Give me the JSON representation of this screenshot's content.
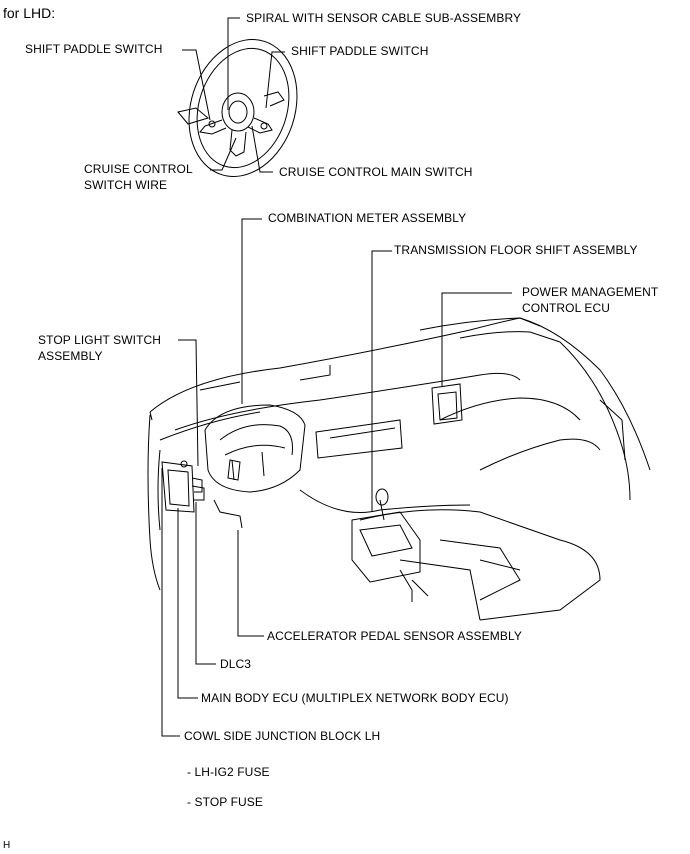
{
  "heading": "for LHD:",
  "footer_code": "H",
  "labels": {
    "spiral": "SPIRAL WITH SENSOR CABLE SUB-ASSEMBRY",
    "paddle_left": "SHIFT PADDLE SWITCH",
    "paddle_right": "SHIFT PADDLE SWITCH",
    "cruise_wire_1": "CRUISE CONTROL",
    "cruise_wire_2": "SWITCH WIRE",
    "cruise_main": "CRUISE CONTROL MAIN SWITCH",
    "combo_meter": "COMBINATION METER ASSEMBLY",
    "trans_shift": "TRANSMISSION FLOOR SHIFT ASSEMBLY",
    "pm_ecu_1": "POWER MANAGEMENT",
    "pm_ecu_2": "CONTROL ECU",
    "stop_switch_1": "STOP LIGHT SWITCH",
    "stop_switch_2": "ASSEMBLY",
    "accel_pedal": "ACCELERATOR PEDAL SENSOR ASSEMBLY",
    "dlc3": "DLC3",
    "main_body_ecu": "MAIN BODY ECU (MULTIPLEX NETWORK BODY ECU)",
    "cowl_jb": "COWL SIDE JUNCTION BLOCK LH",
    "fuse_1": "- LH-IG2 FUSE",
    "fuse_2": "- STOP FUSE"
  }
}
